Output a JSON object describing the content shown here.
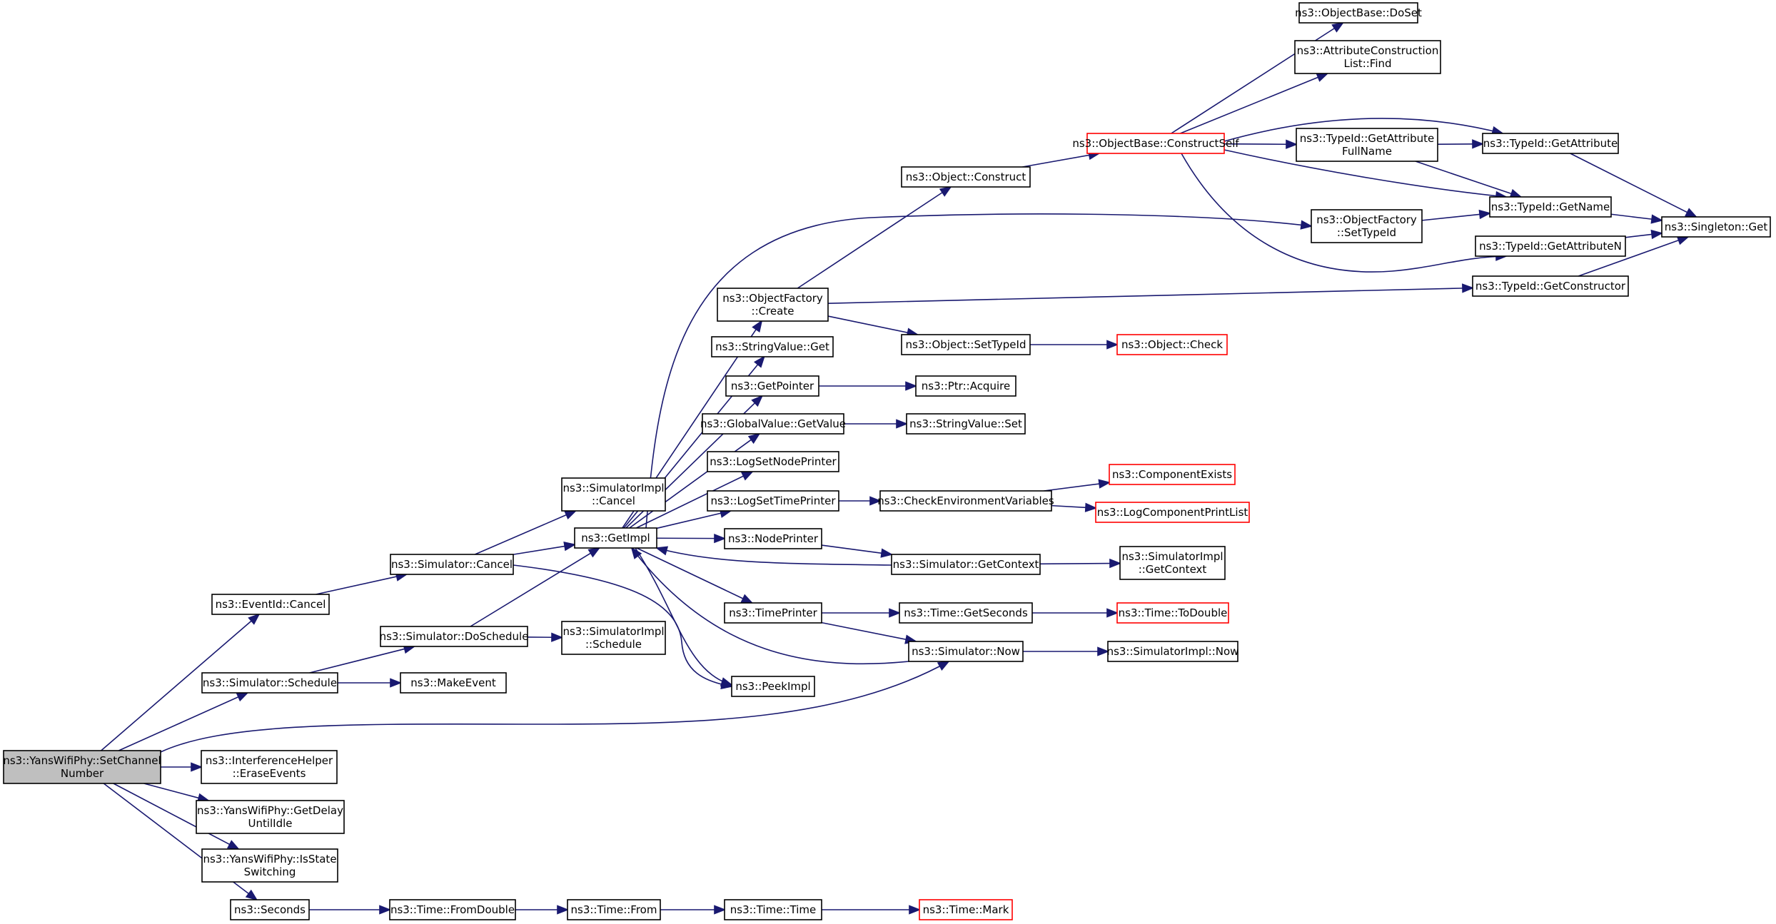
{
  "graph": {
    "nodes": [
      {
        "id": "root",
        "lines": [
          "ns3::YansWifiPhy::SetChannel",
          "Number"
        ],
        "style": "root"
      },
      {
        "id": "eventid_cancel",
        "lines": [
          "ns3::EventId::Cancel"
        ]
      },
      {
        "id": "sim_schedule",
        "lines": [
          "ns3::Simulator::Schedule"
        ]
      },
      {
        "id": "interf_erase",
        "lines": [
          "ns3::InterferenceHelper",
          "::EraseEvents"
        ]
      },
      {
        "id": "getdelay",
        "lines": [
          "ns3::YansWifiPhy::GetDelay",
          "UntilIdle"
        ]
      },
      {
        "id": "isstate",
        "lines": [
          "ns3::YansWifiPhy::IsState",
          "Switching"
        ]
      },
      {
        "id": "seconds",
        "lines": [
          "ns3::Seconds"
        ]
      },
      {
        "id": "sim_cancel",
        "lines": [
          "ns3::Simulator::Cancel"
        ]
      },
      {
        "id": "sim_doschedule",
        "lines": [
          "ns3::Simulator::DoSchedule"
        ]
      },
      {
        "id": "makeevent",
        "lines": [
          "ns3::MakeEvent"
        ]
      },
      {
        "id": "time_fromdouble",
        "lines": [
          "ns3::Time::FromDouble"
        ]
      },
      {
        "id": "simimpl_cancel",
        "lines": [
          "ns3::SimulatorImpl",
          "::Cancel"
        ]
      },
      {
        "id": "getimpl",
        "lines": [
          "ns3::GetImpl"
        ]
      },
      {
        "id": "simimpl_schedule",
        "lines": [
          "ns3::SimulatorImpl",
          "::Schedule"
        ]
      },
      {
        "id": "time_from",
        "lines": [
          "ns3::Time::From"
        ]
      },
      {
        "id": "objfactory_create",
        "lines": [
          "ns3::ObjectFactory",
          "::Create"
        ]
      },
      {
        "id": "stringvalue_get",
        "lines": [
          "ns3::StringValue::Get"
        ]
      },
      {
        "id": "getpointer",
        "lines": [
          "ns3::GetPointer"
        ]
      },
      {
        "id": "globalvalue_getvalue",
        "lines": [
          "ns3::GlobalValue::GetValue"
        ]
      },
      {
        "id": "logsetnodeprinter",
        "lines": [
          "ns3::LogSetNodePrinter"
        ]
      },
      {
        "id": "logsettimeprinter",
        "lines": [
          "ns3::LogSetTimePrinter"
        ]
      },
      {
        "id": "nodeprinter",
        "lines": [
          "ns3::NodePrinter"
        ]
      },
      {
        "id": "timeprinter",
        "lines": [
          "ns3::TimePrinter"
        ]
      },
      {
        "id": "peekimpl",
        "lines": [
          "ns3::PeekImpl"
        ]
      },
      {
        "id": "time_time",
        "lines": [
          "ns3::Time::Time"
        ]
      },
      {
        "id": "object_construct",
        "lines": [
          "ns3::Object::Construct"
        ]
      },
      {
        "id": "object_settypeid",
        "lines": [
          "ns3::Object::SetTypeId"
        ]
      },
      {
        "id": "ptr_acquire",
        "lines": [
          "ns3::Ptr::Acquire"
        ]
      },
      {
        "id": "stringvalue_set",
        "lines": [
          "ns3::StringValue::Set"
        ]
      },
      {
        "id": "checkenv",
        "lines": [
          "ns3::CheckEnvironmentVariables"
        ]
      },
      {
        "id": "sim_getcontext",
        "lines": [
          "ns3::Simulator::GetContext"
        ]
      },
      {
        "id": "time_getseconds",
        "lines": [
          "ns3::Time::GetSeconds"
        ]
      },
      {
        "id": "sim_now",
        "lines": [
          "ns3::Simulator::Now"
        ]
      },
      {
        "id": "time_mark",
        "lines": [
          "ns3::Time::Mark"
        ],
        "style": "red"
      },
      {
        "id": "objbase_constructself",
        "lines": [
          "ns3::ObjectBase::ConstructSelf"
        ],
        "style": "red"
      },
      {
        "id": "object_check",
        "lines": [
          "ns3::Object::Check"
        ],
        "style": "red"
      },
      {
        "id": "componentexists",
        "lines": [
          "ns3::ComponentExists"
        ],
        "style": "red"
      },
      {
        "id": "logcomponentprintlist",
        "lines": [
          "ns3::LogComponentPrintList"
        ],
        "style": "red"
      },
      {
        "id": "simimpl_getcontext",
        "lines": [
          "ns3::SimulatorImpl",
          "::GetContext"
        ]
      },
      {
        "id": "time_todouble",
        "lines": [
          "ns3::Time::ToDouble"
        ],
        "style": "red"
      },
      {
        "id": "simimpl_now",
        "lines": [
          "ns3::SimulatorImpl::Now"
        ]
      },
      {
        "id": "objbase_doset",
        "lines": [
          "ns3::ObjectBase::DoSet"
        ]
      },
      {
        "id": "attrconst_find",
        "lines": [
          "ns3::AttributeConstruction",
          "List::Find"
        ]
      },
      {
        "id": "typeid_getattrfullname",
        "lines": [
          "ns3::TypeId::GetAttribute",
          "FullName"
        ]
      },
      {
        "id": "objfactory_settypeid",
        "lines": [
          "ns3::ObjectFactory",
          "::SetTypeId"
        ]
      },
      {
        "id": "typeid_getattribute",
        "lines": [
          "ns3::TypeId::GetAttribute"
        ]
      },
      {
        "id": "typeid_getname",
        "lines": [
          "ns3::TypeId::GetName"
        ]
      },
      {
        "id": "typeid_getattributen",
        "lines": [
          "ns3::TypeId::GetAttributeN"
        ]
      },
      {
        "id": "typeid_getconstructor",
        "lines": [
          "ns3::TypeId::GetConstructor"
        ]
      },
      {
        "id": "singleton_get",
        "lines": [
          "ns3::Singleton::Get"
        ]
      }
    ],
    "edges": [
      [
        "root",
        "eventid_cancel"
      ],
      [
        "root",
        "sim_schedule"
      ],
      [
        "root",
        "sim_now"
      ],
      [
        "root",
        "interf_erase"
      ],
      [
        "root",
        "getdelay"
      ],
      [
        "root",
        "isstate"
      ],
      [
        "root",
        "seconds"
      ],
      [
        "eventid_cancel",
        "sim_cancel"
      ],
      [
        "sim_schedule",
        "sim_doschedule"
      ],
      [
        "sim_schedule",
        "makeevent"
      ],
      [
        "seconds",
        "time_fromdouble"
      ],
      [
        "sim_cancel",
        "simimpl_cancel"
      ],
      [
        "sim_cancel",
        "getimpl"
      ],
      [
        "sim_cancel",
        "peekimpl"
      ],
      [
        "sim_doschedule",
        "getimpl"
      ],
      [
        "sim_doschedule",
        "simimpl_schedule"
      ],
      [
        "time_fromdouble",
        "time_from"
      ],
      [
        "time_from",
        "time_time"
      ],
      [
        "time_time",
        "time_mark"
      ],
      [
        "getimpl",
        "objfactory_create"
      ],
      [
        "getimpl",
        "stringvalue_get"
      ],
      [
        "getimpl",
        "getpointer"
      ],
      [
        "getimpl",
        "globalvalue_getvalue"
      ],
      [
        "getimpl",
        "logsetnodeprinter"
      ],
      [
        "getimpl",
        "logsettimeprinter"
      ],
      [
        "getimpl",
        "nodeprinter"
      ],
      [
        "getimpl",
        "timeprinter"
      ],
      [
        "getimpl",
        "peekimpl"
      ],
      [
        "getimpl",
        "objfactory_settypeid"
      ],
      [
        "objfactory_create",
        "object_construct"
      ],
      [
        "objfactory_create",
        "object_settypeid"
      ],
      [
        "objfactory_create",
        "typeid_getconstructor"
      ],
      [
        "getpointer",
        "ptr_acquire"
      ],
      [
        "globalvalue_getvalue",
        "stringvalue_set"
      ],
      [
        "logsettimeprinter",
        "checkenv"
      ],
      [
        "nodeprinter",
        "sim_getcontext"
      ],
      [
        "timeprinter",
        "time_getseconds"
      ],
      [
        "timeprinter",
        "sim_now"
      ],
      [
        "object_construct",
        "objbase_constructself"
      ],
      [
        "object_settypeid",
        "object_check"
      ],
      [
        "checkenv",
        "componentexists"
      ],
      [
        "checkenv",
        "logcomponentprintlist"
      ],
      [
        "sim_getcontext",
        "getimpl"
      ],
      [
        "sim_getcontext",
        "simimpl_getcontext"
      ],
      [
        "time_getseconds",
        "time_todouble"
      ],
      [
        "sim_now",
        "getimpl"
      ],
      [
        "sim_now",
        "simimpl_now"
      ],
      [
        "objbase_constructself",
        "objbase_doset"
      ],
      [
        "objbase_constructself",
        "attrconst_find"
      ],
      [
        "objbase_constructself",
        "typeid_getattrfullname"
      ],
      [
        "objbase_constructself",
        "typeid_getattribute"
      ],
      [
        "objbase_constructself",
        "typeid_getname"
      ],
      [
        "objbase_constructself",
        "typeid_getattributen"
      ],
      [
        "typeid_getattrfullname",
        "typeid_getattribute"
      ],
      [
        "typeid_getattrfullname",
        "typeid_getname"
      ],
      [
        "objfactory_settypeid",
        "typeid_getname"
      ],
      [
        "typeid_getattribute",
        "singleton_get"
      ],
      [
        "typeid_getname",
        "singleton_get"
      ],
      [
        "typeid_getattributen",
        "singleton_get"
      ],
      [
        "typeid_getconstructor",
        "singleton_get"
      ]
    ]
  }
}
